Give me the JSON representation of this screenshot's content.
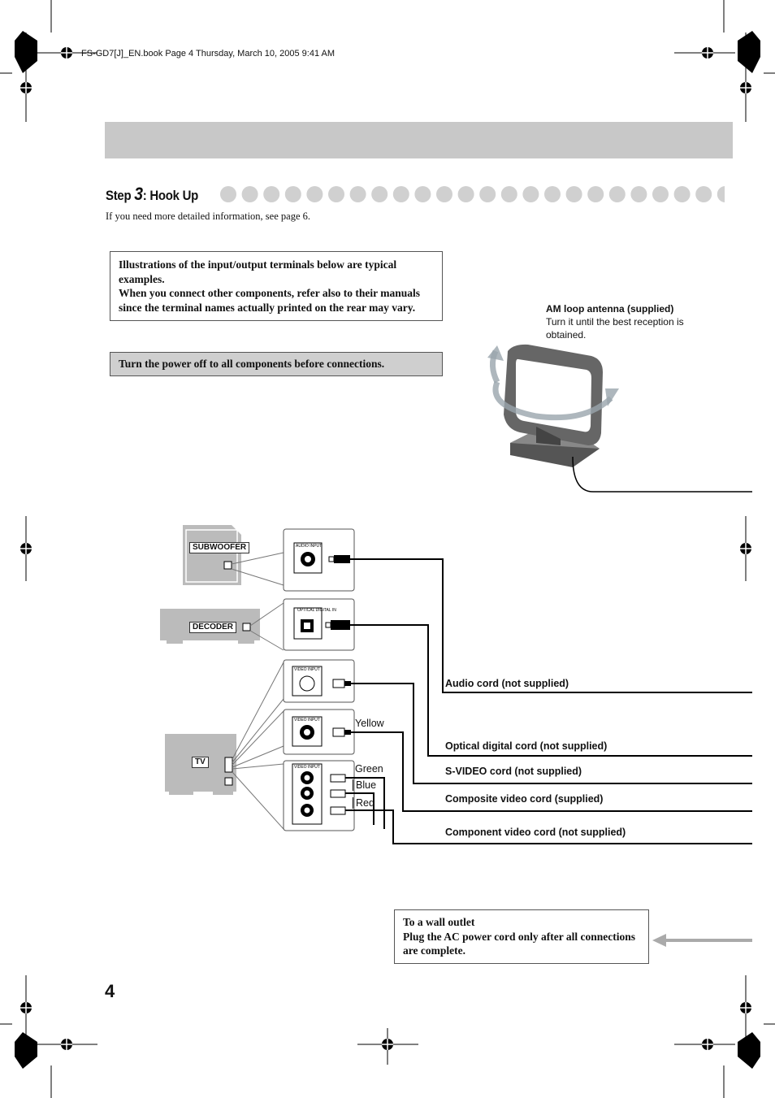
{
  "header": {
    "file_info": "FS-GD7[J]_EN.book  Page 4  Thursday, March 10, 2005  9:41 AM"
  },
  "step": {
    "prefix": "Step ",
    "number": "3",
    "suffix": ": Hook Up"
  },
  "intro": "If you need more detailed information, see page 6.",
  "notice": [
    "Illustrations of the input/output terminals below are typical examples.",
    "When you connect other components, refer also to their manuals since the terminal names actually printed on the rear may vary."
  ],
  "warning": "Turn the power off to all components before connections.",
  "antenna": {
    "title": "AM loop antenna (supplied)",
    "desc": "Turn it until the best reception is obtained."
  },
  "devices": {
    "subwoofer": "SUBWOOFER",
    "decoder": "DECODER",
    "tv": "TV"
  },
  "terminals": {
    "audio_input": "AUDIO INPUT",
    "optical": "OPTICAL DIGITAL IN",
    "svideo": "VIDEO INPUT",
    "composite": "VIDEO INPUT",
    "component": "VIDEO INPUT"
  },
  "plug_colors": {
    "yellow": "Yellow",
    "green": "Green",
    "blue": "Blue",
    "red": "Red"
  },
  "cords": {
    "audio": "Audio cord (not supplied)",
    "optical": "Optical digital cord (not supplied)",
    "svideo": "S-VIDEO cord (not supplied)",
    "composite": "Composite video cord (supplied)",
    "component": "Component video cord (not supplied)"
  },
  "wall": {
    "title": "To a wall outlet",
    "text": "Plug the AC power cord only after all connections are complete."
  },
  "page_number": "4"
}
